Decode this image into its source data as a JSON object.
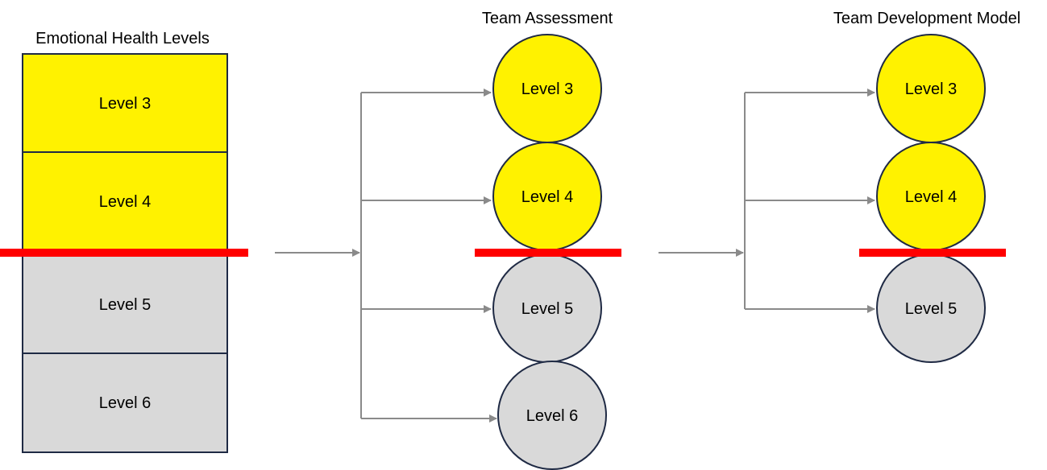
{
  "colors": {
    "yellow": "#fff200",
    "gray": "#d9d9d9",
    "outline": "#1f2a44",
    "divider": "#ff0000",
    "connector": "#8a8a8a"
  },
  "left": {
    "title": "Emotional Health Levels",
    "boxes": [
      {
        "label": "Level 3",
        "fill": "yellow"
      },
      {
        "label": "Level 4",
        "fill": "yellow"
      },
      {
        "label": "Level 5",
        "fill": "gray"
      },
      {
        "label": "Level 6",
        "fill": "gray"
      }
    ]
  },
  "middle": {
    "title": "Team Assessment",
    "circles": [
      {
        "label": "Level 3",
        "fill": "yellow"
      },
      {
        "label": "Level 4",
        "fill": "yellow"
      },
      {
        "label": "Level 5",
        "fill": "gray"
      },
      {
        "label": "Level 6",
        "fill": "gray"
      }
    ]
  },
  "right": {
    "title": "Team Development Model",
    "circles": [
      {
        "label": "Level 3",
        "fill": "yellow"
      },
      {
        "label": "Level 4",
        "fill": "yellow"
      },
      {
        "label": "Level 5",
        "fill": "gray"
      }
    ]
  }
}
